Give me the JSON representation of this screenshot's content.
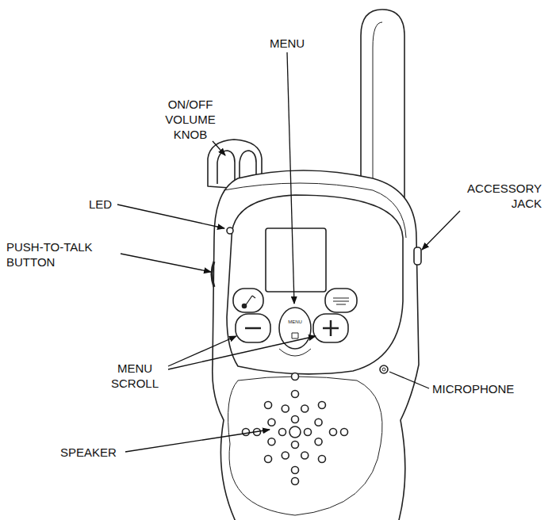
{
  "diagram": {
    "labels": [
      "MENU",
      "ON/OFF VOLUME KNOB",
      "LED",
      "ACCESSORY JACK",
      "PUSH-TO-TALK BUTTON",
      "MENU SCROLL",
      "MICROPHONE",
      "SPEAKER",
      "MENU"
    ]
  }
}
